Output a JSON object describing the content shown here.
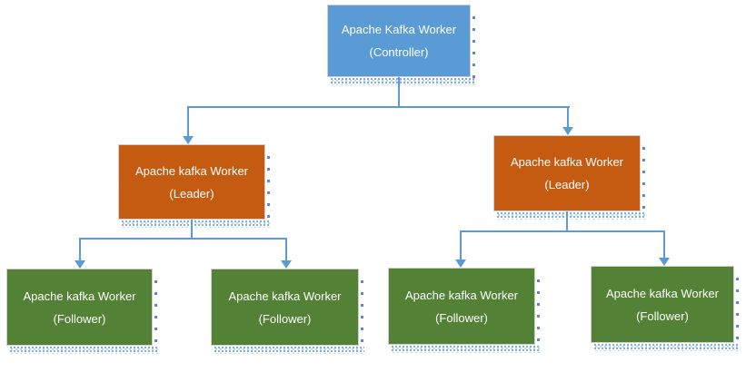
{
  "diagram": {
    "type": "hierarchy-tree",
    "connector_color": "#5B9BD5",
    "border_color": "#d0cece",
    "shadow_color": "#5B9BD5",
    "nodes": {
      "controller": {
        "line1": "Apache Kafka Worker",
        "line2": "(Controller)",
        "fill": "#5B9BD5",
        "text_color": "#FFFFFF",
        "role": "controller"
      },
      "leader_left": {
        "line1": "Apache kafka Worker",
        "line2": "(Leader)",
        "fill": "#C55A11",
        "text_color": "#FFFFFF",
        "role": "leader"
      },
      "leader_right": {
        "line1": "Apache kafka Worker",
        "line2": "(Leader)",
        "fill": "#C55A11",
        "text_color": "#FFFFFF",
        "role": "leader"
      },
      "follower_1": {
        "line1": "Apache kafka Worker",
        "line2": "(Follower)",
        "fill": "#538135",
        "text_color": "#FFFFFF",
        "role": "follower"
      },
      "follower_2": {
        "line1": "Apache kafka Worker",
        "line2": "(Follower)",
        "fill": "#538135",
        "text_color": "#FFFFFF",
        "role": "follower"
      },
      "follower_3": {
        "line1": "Apache kafka Worker",
        "line2": "(Follower)",
        "fill": "#538135",
        "text_color": "#FFFFFF",
        "role": "follower"
      },
      "follower_4": {
        "line1": "Apache kafka Worker",
        "line2": "(Follower)",
        "fill": "#538135",
        "text_color": "#FFFFFF",
        "role": "follower"
      }
    },
    "edges": [
      {
        "from": "controller",
        "to": "leader_left",
        "arrow": "down"
      },
      {
        "from": "controller",
        "to": "leader_right",
        "arrow": "down"
      },
      {
        "from": "leader_left",
        "to": "follower_1",
        "arrow": "down"
      },
      {
        "from": "leader_left",
        "to": "follower_2",
        "arrow": "down"
      },
      {
        "from": "leader_right",
        "to": "follower_3",
        "arrow": "down"
      },
      {
        "from": "leader_right",
        "to": "follower_4",
        "arrow": "down"
      }
    ]
  }
}
